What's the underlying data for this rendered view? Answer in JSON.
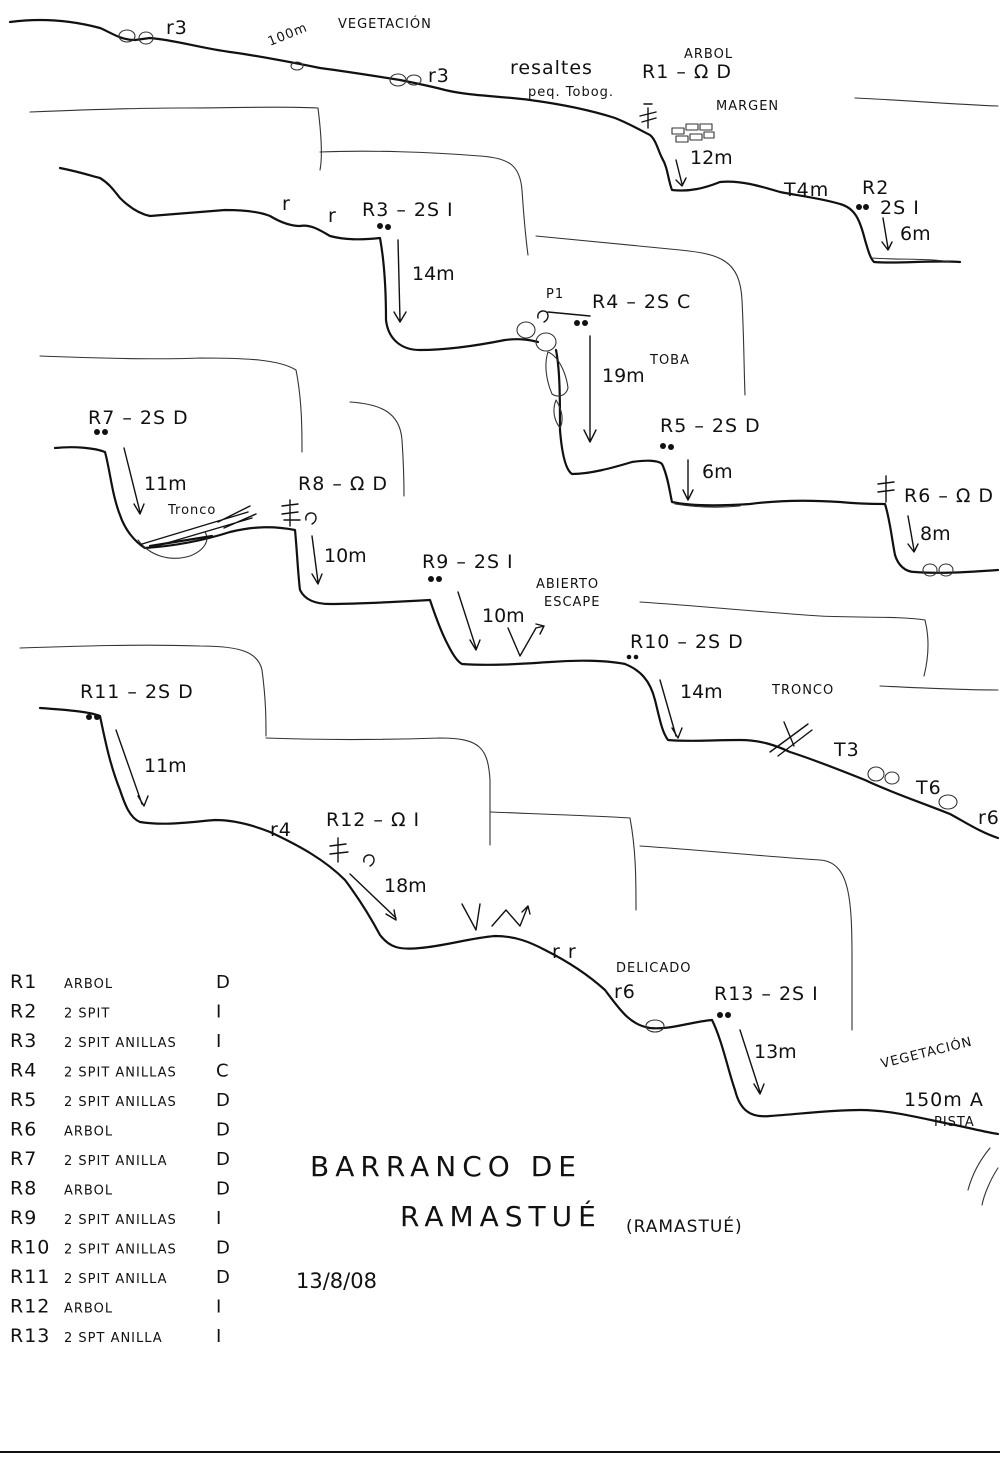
{
  "topo": {
    "labels": {
      "r3_a": "r3",
      "descent_100m": "100m",
      "vegetacion_top": "VEGETACIÓN",
      "r3_b": "r3",
      "resaltes": "resaltes",
      "peq_tobog": "peq. Tobog.",
      "arbol": "ARBOL",
      "r1": "R1 – Ω D",
      "margen": "MARGEN",
      "t4m": "T4m",
      "r2": "R2",
      "r2_sub": "2S I",
      "r3_rap": "R3 – 2S I",
      "r_a": "r",
      "r_b": "r",
      "p1": "P1",
      "r4": "R4 – 2S C",
      "toba": "TOBA",
      "r5": "R5 – 2S D",
      "r6": "R6 – Ω D",
      "r7": "R7 – 2S D",
      "tronco_left": "Tronco",
      "r8": "R8 – Ω D",
      "r9": "R9 – 2S I",
      "abierto": "ABIERTO",
      "escape": "ESCAPE",
      "r10": "R10 – 2S D",
      "tronco_right": "TRONCO",
      "t3": "T3",
      "t6": "T6",
      "r6_right": "r6",
      "r11": "R11 – 2S D",
      "r4_lower": "r4",
      "r12": "R12 – Ω I",
      "r_c": "r r",
      "delicado": "DELICADO",
      "r6_lower": "r6",
      "r13": "R13 – 2S I",
      "vegetacion_bottom": "VEGETACIÓN",
      "dist_150m": "150m A",
      "pista": "PISTA"
    },
    "lengths": {
      "r1": "12m",
      "r2": "6m",
      "r3": "14m",
      "r4": "19m",
      "r5": "6m",
      "r6": "8m",
      "r7": "11m",
      "r8": "10m",
      "r9": "10m",
      "r10": "14m",
      "r11": "11m",
      "r12": "18m",
      "r13": "13m"
    }
  },
  "legend": [
    {
      "id": "R1",
      "desc": "ARBOL",
      "side": "D"
    },
    {
      "id": "R2",
      "desc": "2 SPIT",
      "side": "I"
    },
    {
      "id": "R3",
      "desc": "2 SPIT ANILLAS",
      "side": "I"
    },
    {
      "id": "R4",
      "desc": "2 SPIT ANILLAS",
      "side": "C"
    },
    {
      "id": "R5",
      "desc": "2 SPIT ANILLAS",
      "side": "D"
    },
    {
      "id": "R6",
      "desc": "ARBOL",
      "side": "D"
    },
    {
      "id": "R7",
      "desc": "2 SPIT ANILLA",
      "side": "D"
    },
    {
      "id": "R8",
      "desc": "ARBOL",
      "side": "D"
    },
    {
      "id": "R9",
      "desc": "2 SPIT ANILLAS",
      "side": "I"
    },
    {
      "id": "R10",
      "desc": "2 SPIT ANILLAS",
      "side": "D"
    },
    {
      "id": "R11",
      "desc": "2 SPIT ANILLA",
      "side": "D"
    },
    {
      "id": "R12",
      "desc": "ARBOL",
      "side": "I"
    },
    {
      "id": "R13",
      "desc": "2 SPT ANILLA",
      "side": "I"
    }
  ],
  "title": {
    "line1": "BARRANCO DE",
    "line2": "RAMASTUÉ",
    "line2_alt": "(RAMASTUÉ)",
    "date": "13/8/08"
  }
}
